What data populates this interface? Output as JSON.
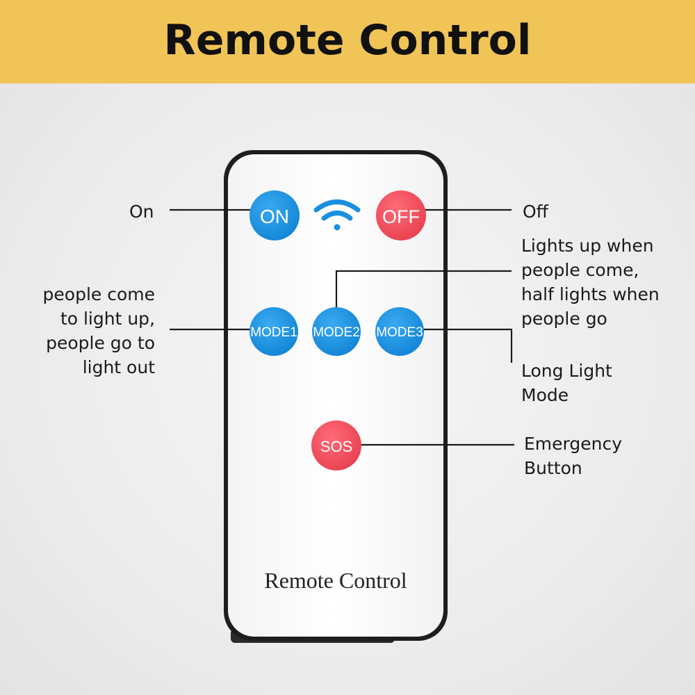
{
  "title": "Remote Control",
  "remote": {
    "label": "Remote Control",
    "buttons": {
      "on": "ON",
      "off": "OFF",
      "mode1": "MODE1",
      "mode2": "MODE2",
      "mode3": "MODE3",
      "sos": "SOS"
    }
  },
  "callouts": {
    "on": [
      "On"
    ],
    "off": [
      "Off"
    ],
    "mode1": [
      "people come",
      "to light up,",
      "people go to",
      "light out"
    ],
    "mode2": [
      "Lights up when",
      "people come,",
      "half lights when",
      "people go"
    ],
    "mode3": [
      "Long Light",
      "Mode"
    ],
    "sos": [
      "Emergency",
      "Button"
    ]
  },
  "colors": {
    "banner": "#f1c458",
    "blue_button": "#1a8fe0",
    "red_button": "#ee4a5a"
  }
}
